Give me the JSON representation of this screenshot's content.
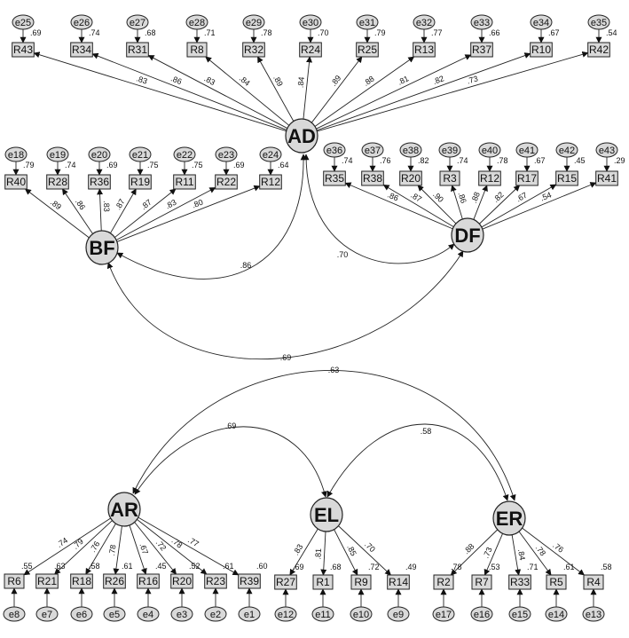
{
  "latents": {
    "AD": "AD",
    "BF": "BF",
    "DF": "DF",
    "AR": "AR",
    "EL": "EL",
    "ER": "ER"
  },
  "groups": {
    "AD": {
      "indicators": [
        {
          "name": "R43",
          "error": "e25",
          "r2": ".69",
          "loading": ".83"
        },
        {
          "name": "R34",
          "error": "e26",
          "r2": ".74",
          "loading": ".86"
        },
        {
          "name": "R31",
          "error": "e27",
          "r2": ".68",
          "loading": ".83"
        },
        {
          "name": "R8",
          "error": "e28",
          "r2": ".71",
          "loading": ".84"
        },
        {
          "name": "R32",
          "error": "e29",
          "r2": ".78",
          "loading": ".89"
        },
        {
          "name": "R24",
          "error": "e30",
          "r2": ".70",
          "loading": ".84"
        },
        {
          "name": "R25",
          "error": "e31",
          "r2": ".79",
          "loading": ".89"
        },
        {
          "name": "R13",
          "error": "e32",
          "r2": ".77",
          "loading": ".88"
        },
        {
          "name": "R37",
          "error": "e33",
          "r2": ".66",
          "loading": ".81"
        },
        {
          "name": "R10",
          "error": "e34",
          "r2": ".67",
          "loading": ".82"
        },
        {
          "name": "R42",
          "error": "e35",
          "r2": ".54",
          "loading": ".73"
        }
      ]
    },
    "BF": {
      "indicators": [
        {
          "name": "R40",
          "error": "e18",
          "r2": ".79",
          "loading": ".89"
        },
        {
          "name": "R28",
          "error": "e19",
          "r2": ".74",
          "loading": ".86"
        },
        {
          "name": "R36",
          "error": "e20",
          "r2": ".69",
          "loading": ".83"
        },
        {
          "name": "R19",
          "error": "e21",
          "r2": ".75",
          "loading": ".87"
        },
        {
          "name": "R11",
          "error": "e22",
          "r2": ".75",
          "loading": ".87"
        },
        {
          "name": "R22",
          "error": "e23",
          "r2": ".69",
          "loading": ".83"
        },
        {
          "name": "R12",
          "error": "e24",
          "r2": ".64",
          "loading": ".80"
        }
      ]
    },
    "DF": {
      "indicators": [
        {
          "name": "R35",
          "error": "e36",
          "r2": ".74",
          "loading": ".86"
        },
        {
          "name": "R38",
          "error": "e37",
          "r2": ".76",
          "loading": ".87"
        },
        {
          "name": "R20",
          "error": "e38",
          "r2": ".82",
          "loading": ".90"
        },
        {
          "name": "R3",
          "error": "e39",
          "r2": ".74",
          "loading": ".86"
        },
        {
          "name": "R12",
          "error": "e40",
          "r2": ".78",
          "loading": ".88"
        },
        {
          "name": "R17",
          "error": "e41",
          "r2": ".67",
          "loading": ".82"
        },
        {
          "name": "R15",
          "error": "e42",
          "r2": ".45",
          "loading": ".67"
        },
        {
          "name": "R41",
          "error": "e43",
          "r2": ".29",
          "loading": ".54"
        }
      ]
    },
    "AR": {
      "indicators": [
        {
          "name": "R6",
          "error": "e8",
          "r2": ".55",
          "loading": ".74"
        },
        {
          "name": "R21",
          "error": "e7",
          "r2": ".63",
          "loading": ".79"
        },
        {
          "name": "R18",
          "error": "e6",
          "r2": ".58",
          "loading": ".76"
        },
        {
          "name": "R26",
          "error": "e5",
          "r2": ".61",
          "loading": ".78"
        },
        {
          "name": "R16",
          "error": "e4",
          "r2": ".45",
          "loading": ".67"
        },
        {
          "name": "R20",
          "error": "e3",
          "r2": ".52",
          "loading": ".72"
        },
        {
          "name": "R23",
          "error": "e2",
          "r2": ".61",
          "loading": ".78"
        },
        {
          "name": "R39",
          "error": "e1",
          "r2": ".60",
          "loading": ".77"
        }
      ]
    },
    "EL": {
      "indicators": [
        {
          "name": "R27",
          "error": "e12",
          "r2": ".69",
          "loading": ".83"
        },
        {
          "name": "R1",
          "error": "e11",
          "r2": ".68",
          "loading": ".81"
        },
        {
          "name": "R9",
          "error": "e10",
          "r2": ".72",
          "loading": ".85"
        },
        {
          "name": "R14",
          "error": "e9",
          "r2": ".49",
          "loading": ".70"
        }
      ]
    },
    "ER": {
      "indicators": [
        {
          "name": "R2",
          "error": "e17",
          "r2": ".78",
          "loading": ".88"
        },
        {
          "name": "R7",
          "error": "e16",
          "r2": ".53",
          "loading": ".73"
        },
        {
          "name": "R33",
          "error": "e15",
          "r2": ".71",
          "loading": ".84"
        },
        {
          "name": "R5",
          "error": "e14",
          "r2": ".61",
          "loading": ".78"
        },
        {
          "name": "R4",
          "error": "e13",
          "r2": ".58",
          "loading": ".76"
        }
      ]
    }
  },
  "correlations": [
    {
      "from": "BF",
      "to": "AD",
      "value": ".86"
    },
    {
      "from": "AD",
      "to": "DF",
      "value": ".70"
    },
    {
      "from": "BF",
      "to": "DF",
      "value": ".69"
    },
    {
      "from": "AR",
      "to": "EL",
      "value": ".69"
    },
    {
      "from": "EL",
      "to": "ER",
      "value": ".58"
    },
    {
      "from": "AR",
      "to": "ER",
      "value": ".63"
    }
  ]
}
